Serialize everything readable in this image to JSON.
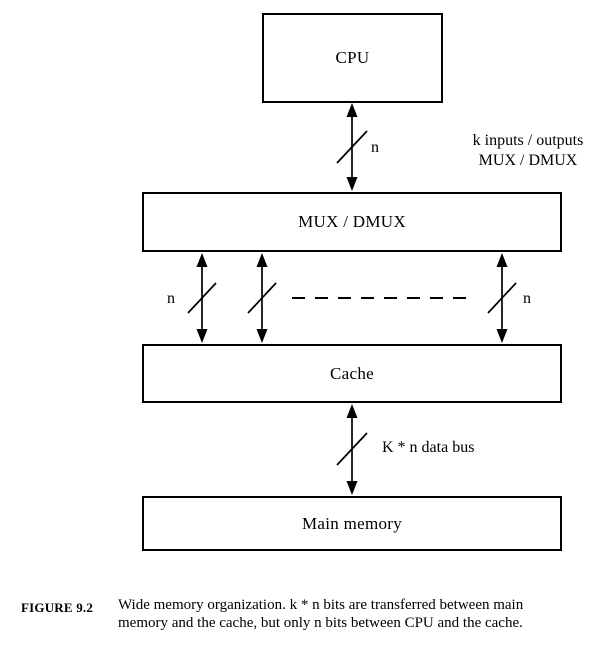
{
  "diagram": {
    "cpu_label": "CPU",
    "mux_label": "MUX / DMUX",
    "cache_label": "Cache",
    "main_memory_label": "Main memory",
    "cpu_bus_width": "n",
    "left_bus_width": "n",
    "right_bus_width": "n",
    "mux_annotation_line1": "k inputs / outputs",
    "mux_annotation_line2": "MUX / DMUX",
    "data_bus_label": "K * n data bus",
    "colors": {
      "line": "#000000",
      "background": "#ffffff"
    }
  },
  "caption": {
    "label": "FIGURE 9.2",
    "line1": "Wide memory organization. k * n bits are transferred between main",
    "line2": "memory and the cache, but only n bits between CPU and the cache."
  }
}
